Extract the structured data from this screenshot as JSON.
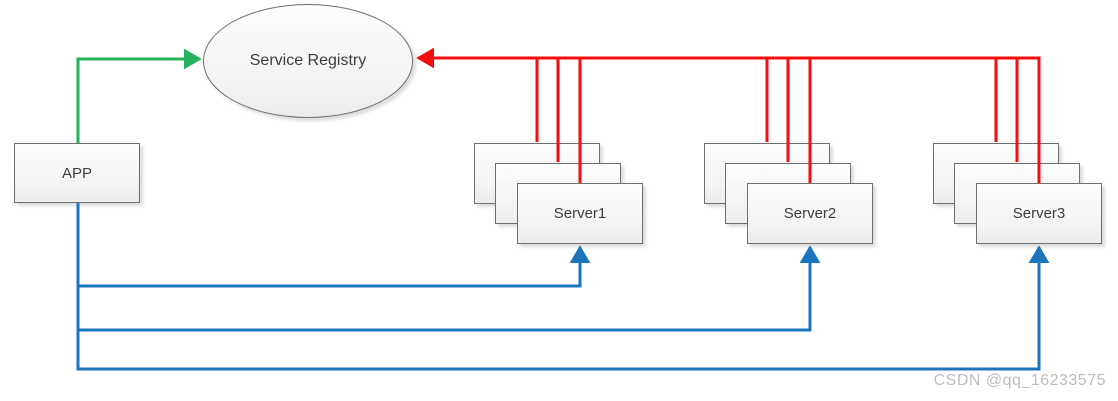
{
  "registry": {
    "label": "Service Registry"
  },
  "app": {
    "label": "APP"
  },
  "servers": [
    {
      "label": "Server1"
    },
    {
      "label": "Server2"
    },
    {
      "label": "Server3"
    }
  ],
  "watermark": {
    "text": "CSDN @qq_16233575"
  },
  "connectors": {
    "app_to_registry": "green",
    "servers_to_registry": "red",
    "app_to_servers": "blue"
  },
  "colors": {
    "green_arrow": "#26b25f",
    "red_line": "#f40f0f",
    "blue_arrow": "#1b75bc",
    "node_border": "#6e6e6e",
    "node_text": "#3d3d3d",
    "watermark": "#bcbcbc"
  }
}
